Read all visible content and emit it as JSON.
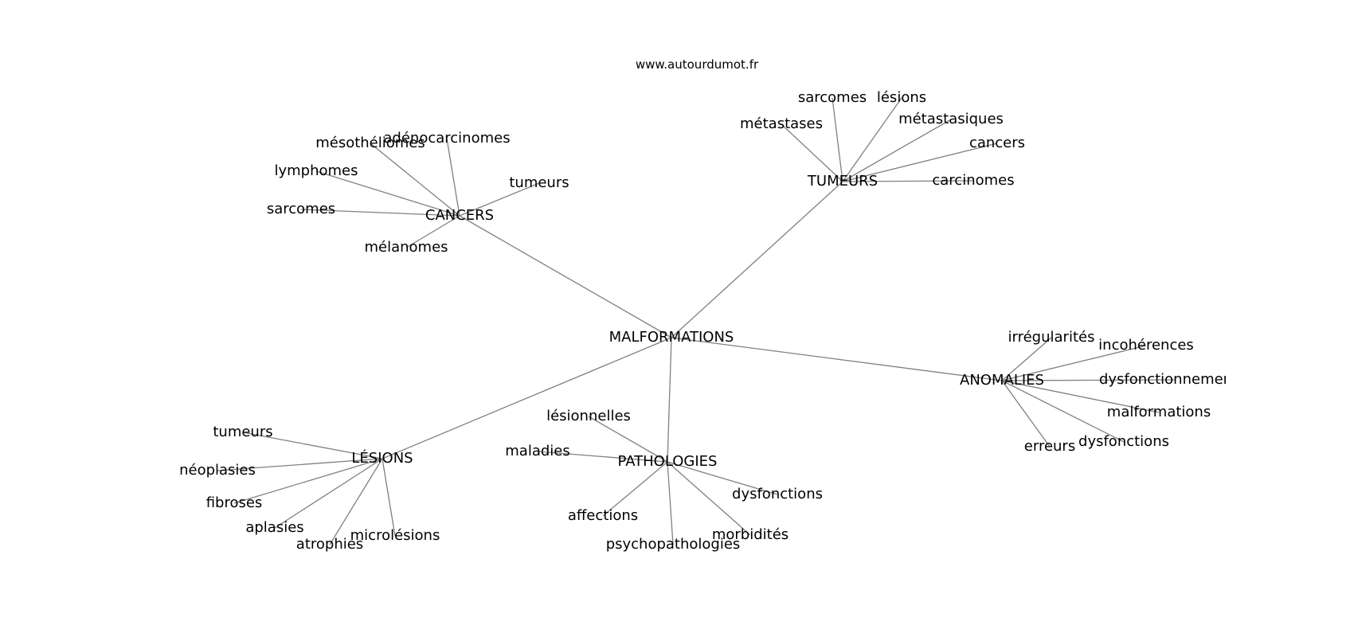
{
  "site": "www.autourdumot.fr",
  "center": "MALFORMATIONS",
  "clusters": [
    {
      "hub": "CANCERS",
      "leaves": [
        "mésothéliomes",
        "adénocarcinomes",
        "tumeurs",
        "lymphomes",
        "sarcomes",
        "mélanomes"
      ]
    },
    {
      "hub": "TUMEURS",
      "leaves": [
        "sarcomes",
        "lésions",
        "métastases",
        "métastasiques",
        "cancers",
        "carcinomes"
      ]
    },
    {
      "hub": "ANOMALIES",
      "leaves": [
        "irrégularités",
        "incohérences",
        "dysfonctionnements",
        "malformations",
        "dysfonctions",
        "erreurs"
      ]
    },
    {
      "hub": "PATHOLOGIES",
      "leaves": [
        "lésionnelles",
        "maladies",
        "dysfonctions",
        "affections",
        "morbidités",
        "psychopathologies"
      ]
    },
    {
      "hub": "LÉSIONS",
      "leaves": [
        "tumeurs",
        "néoplasies",
        "fibroses",
        "aplasies",
        "atrophies",
        "microlésions"
      ]
    }
  ],
  "colors": {
    "edge": "#808080",
    "text": "#000000",
    "background": "#ffffff"
  }
}
